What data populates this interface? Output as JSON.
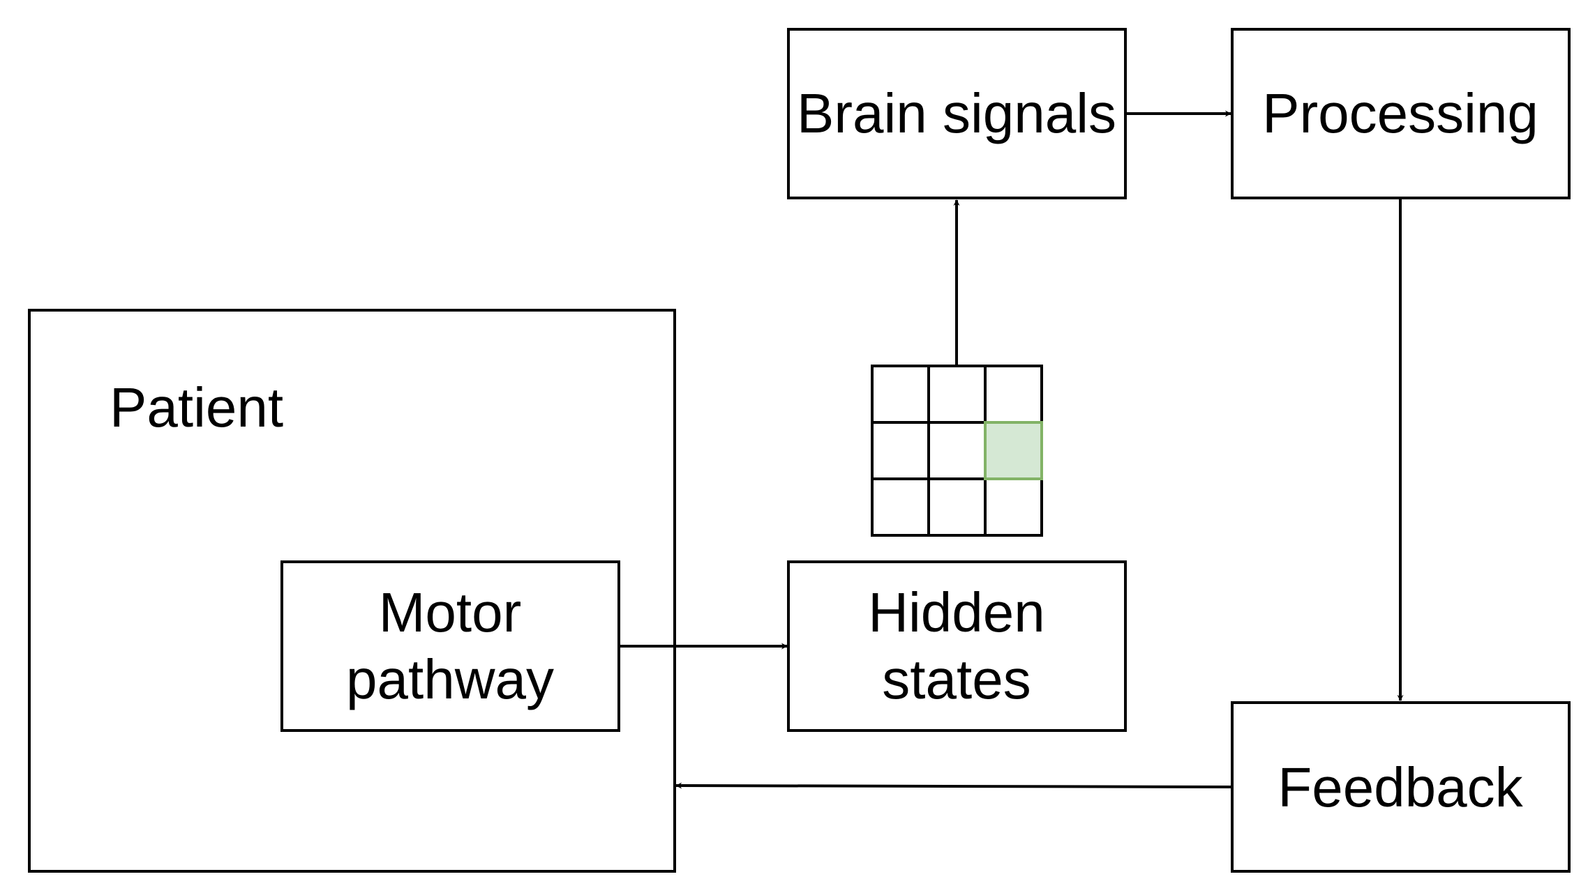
{
  "diagram": {
    "nodes": {
      "patient": {
        "label": "Patient"
      },
      "motor_pathway": {
        "lines": [
          "Motor",
          "pathway"
        ]
      },
      "hidden_states": {
        "lines": [
          "Hidden",
          "states"
        ]
      },
      "brain_signals": {
        "label": "Brain signals"
      },
      "processing": {
        "label": "Processing"
      },
      "feedback": {
        "label": "Feedback"
      }
    },
    "state_grid": {
      "rows": 3,
      "cols": 3,
      "active_cell": {
        "row": 1,
        "col": 2
      },
      "active_fill": "#d5e8d4",
      "active_stroke": "#82b366"
    },
    "edges": [
      {
        "from": "motor_pathway",
        "to": "hidden_states"
      },
      {
        "from": "state_grid",
        "to": "brain_signals"
      },
      {
        "from": "brain_signals",
        "to": "processing"
      },
      {
        "from": "processing",
        "to": "feedback"
      },
      {
        "from": "feedback",
        "to": "patient"
      }
    ]
  }
}
